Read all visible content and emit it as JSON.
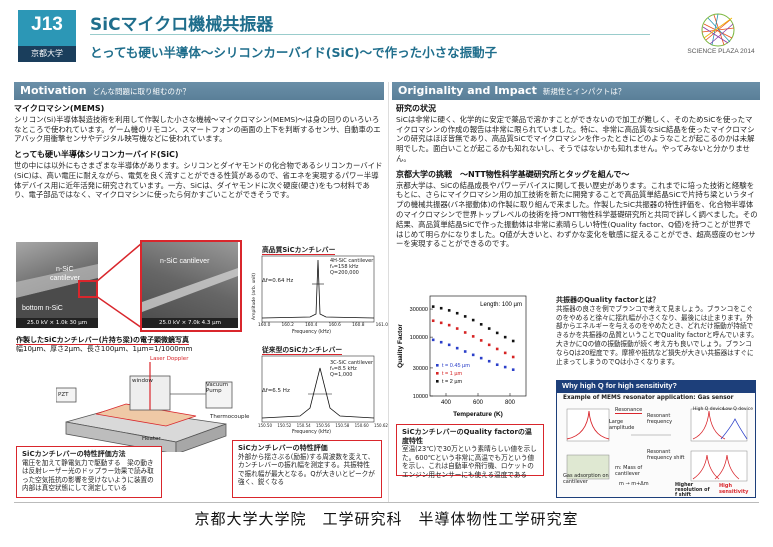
{
  "header": {
    "id": "J13",
    "university": "京都大学",
    "title": "SiCマイクロ機械共振器",
    "subtitle": "とっても硬い半導体～シリコンカーバイド(SiC)～で作った小さな振動子",
    "logo_text": "SCIENCE PLAZA 2014"
  },
  "motivation": {
    "label": "Motivation",
    "sub": "どんな問題に取り組むのか？",
    "h1": "マイクロマシン(MEMS)",
    "p1": "シリコン(Si)半導体製造技術を利用して作製した小さな機械～マイクロマシン(MEMS)～は身の回りのいろいろなところで使われています。ゲーム機のリモコン、スマートフォンの画面の上下を判断するセンサ、自動車のエアバック用衝撃センサやデジタル映写機などに使われています。",
    "h2": "とっても硬い半導体シリコンカーバイド(SiC)",
    "p2": "世の中には以外にもさまざまな半導体があります。シリコンとダイヤモンドの化合物であるシリコンカーバイド(SiC)は、高い電圧に耐えながら、電気を良く流すことができる性質があるので、省エネを実現するパワー半導体デバイス用に近年活発に研究されています。一方、SiCは、ダイヤモンドに次ぐ硬度(硬さ)をもつ材料であり、電子部品ではなく、マイクロマシンに使ったら何かすごいことができそうです。"
  },
  "figures": {
    "sem1_label1": "n-SiC",
    "sem1_label2": "cantilever",
    "sem1_label3": "bottom n-SiC",
    "sem1_scale": "25.0 kV × 1.0k   30 µm",
    "sem2_label": "n-SiC cantilever",
    "sem2_scale": "25.0 kV × 7.0k   4.3 µm",
    "sem_caption": "作製したSiCカンチレバー(片持ち梁)の電子顕微鏡写真",
    "sem_caption2": "幅10µm、厚さ2µm、長さ100µm、1µm=1/1000mm",
    "setup_labels": {
      "laser": "Laser Doppler",
      "window": "window",
      "vacuum": "Vacuum Pump",
      "heater": "Heater",
      "thermo": "Thermocouple",
      "piezo": "PZT"
    },
    "method_title": "SiCカンチレバーの特性評価方法",
    "method_text": "電圧を加えて静電気力で駆動する　梁の動きは反射レーザー光のドップラー効果で読み取った空気抵抗の影響を受けないように装置の内部は真空状態にして測定している",
    "spec_top_title": "高品質SiCカンチレバー",
    "spec_bottom_title": "従来型のSiCカンチレバー",
    "spec_xlabel": "Frequency (kHz)",
    "spec_ylabel": "Amplitude (arb. unit)",
    "spec_top_legend": [
      "4H-SiC cantilever",
      "f₀=158 kHz",
      "Q=200,000"
    ],
    "spec_top_annot": "Δf=0.64 Hz",
    "spec_bottom_legend": [
      "3C-SiC cantilever",
      "f₀=8.5 kHz",
      "Q=1,000"
    ],
    "spec_bottom_annot": "Δf=6.5 Hz",
    "spec_top_ticks": [
      "160.0",
      "160.2",
      "160.4",
      "160.6",
      "160.8",
      "161.0"
    ],
    "spec_bottom_ticks": [
      "150.50",
      "150.52",
      "150.54",
      "150.56",
      "150.58",
      "150.60",
      "150.62"
    ],
    "resonance_title": "SiCカンチレバーの特性評価",
    "resonance_text": "外部から揺さぶる(励振)する周波数を変えて、カンチレバーの振れ幅を測定する。共振特性で振れ幅が最大となる。Qが大きいとピークが強く、鋭くなる"
  },
  "originality": {
    "label": "Originality and Impact",
    "sub": "新規性とインパクトは？",
    "h1": "研究の状況",
    "p1": "SiCは非常に硬く、化学的に安定で薬品で溶かすことができないので加工が難しく、そのためSiCを使ったマイクロマシンの作成の報告は非常に限られていました。特に、非常に高品質なSiC結晶を使ったマイクロマシンの研究はほぼ皆無であり、高品質SiCでマイクロマシンを作ったときにどのようなことが起こるのかは未解明でした。面白いことが起こるかも知れないし、そうではないかも知れません。やってみないと分かりません。",
    "h2": "京都大学の挑戦　～NTT物性科学基礎研究所とタッグを組んで～",
    "p2": "京都大学は、SiCの結晶成長やパワーデバイスに関して長い歴史があります。これまでに培った技術と経験をもとに、さらにマイクロマシン用の加工技術を新たに開発することで高品質単結晶SiCで片持ち梁というタイプの機械共振器(バネ振動体)の作製に取り組んで来ました。作製したSiC共振器の特性評価を、化合物半導体のマイクロマシンで世界トップレベルの技術を持つNTT物性科学基礎研究所と共同で詳しく調べました。その結果、高品質単結晶SiCで作った振動体は非常に素晴らしい特性(Quality factor、Q値)を持つことが世界ではじめて明らかになりました。Q値が大きいと、わずかな変化を敏感に捉えることができ、超高感度のセンサーを実現することができるのです。"
  },
  "chart_data": {
    "type": "scatter",
    "title": "",
    "annotation": "Length: 100 µm",
    "xlabel": "Temperature (K)",
    "ylabel": "Quality Factor",
    "xlim": [
      300,
      900
    ],
    "ylim": [
      10000,
      500000
    ],
    "yscale": "log",
    "xticks": [
      "400",
      "600",
      "800"
    ],
    "yticks": [
      "300000",
      "100000",
      "30000",
      "10000"
    ],
    "series": [
      {
        "name": "t = 0.45 µm",
        "color": "#2b3fc9",
        "x": [
          320,
          370,
          420,
          470,
          520,
          570,
          620,
          670,
          720,
          770,
          820
        ],
        "y": [
          90000,
          82000,
          74000,
          65000,
          57000,
          50000,
          44000,
          39000,
          34000,
          31000,
          28000
        ]
      },
      {
        "name": "t = 1 µm",
        "color": "#d62424",
        "x": [
          320,
          370,
          420,
          470,
          520,
          570,
          620,
          670,
          720,
          770,
          820
        ],
        "y": [
          190000,
          175000,
          160000,
          140000,
          120000,
          103000,
          88000,
          74000,
          63000,
          54000,
          46000
        ]
      },
      {
        "name": "t = 2 µm",
        "color": "#111111",
        "x": [
          320,
          370,
          420,
          470,
          520,
          570,
          620,
          670,
          720,
          770,
          820
        ],
        "y": [
          330000,
          310000,
          285000,
          255000,
          225000,
          195000,
          165000,
          140000,
          118000,
          100000,
          86000
        ]
      }
    ]
  },
  "qchart_caption": {
    "title": "SiCカンチレバーのQuality factorの温度特性",
    "text": "室温(23℃)で30万という素晴らしい値を示した。600℃という非常に高温でも万という値を示し、これは自動車や飛行機、ロケットのエンジン用センサーにも使える温度である"
  },
  "qfactor_info": {
    "title": "共振器のQuality factorとは？",
    "text": "共振器の良さを例でブランコで考えて見ましょう。ブランコをこぐのをやめると徐々に揺れ幅が小さくなり、最後には止まります。外部からエネルギーを与えるのをやめたとき、どれだけ振動が持続できるかを共振器の品質ということでQuality factorと呼んでいます。大きかにQの値の振動振動が続く考え方も良いでしょう。ブランコならQは20程度です。摩擦や抵抗など損失が大きい共振器はすぐに止まってしまうのでQは小さくなります。"
  },
  "why_panel": {
    "title": "Why high Q for high sensitivity?",
    "subtitle": "Example of MEMS resonator application: Gas sensor",
    "labels": [
      "Resonance",
      "Large amplitude",
      "Resonant frequency",
      "High Q device",
      "Low Q device",
      "Resonant frequency shift",
      "Gas adsorption on cantilever",
      "m: Mass of cantilever",
      "m → m+Δm",
      "Higher resolution of f shift",
      "High sensitivity"
    ]
  },
  "footer": "京都大学大学院　工学研究科　半導体物性工学研究室",
  "colors": {
    "accent": "#2c97b6",
    "dark": "#1a3e5c",
    "red": "#d9262c",
    "navy": "#1d3f7a"
  }
}
